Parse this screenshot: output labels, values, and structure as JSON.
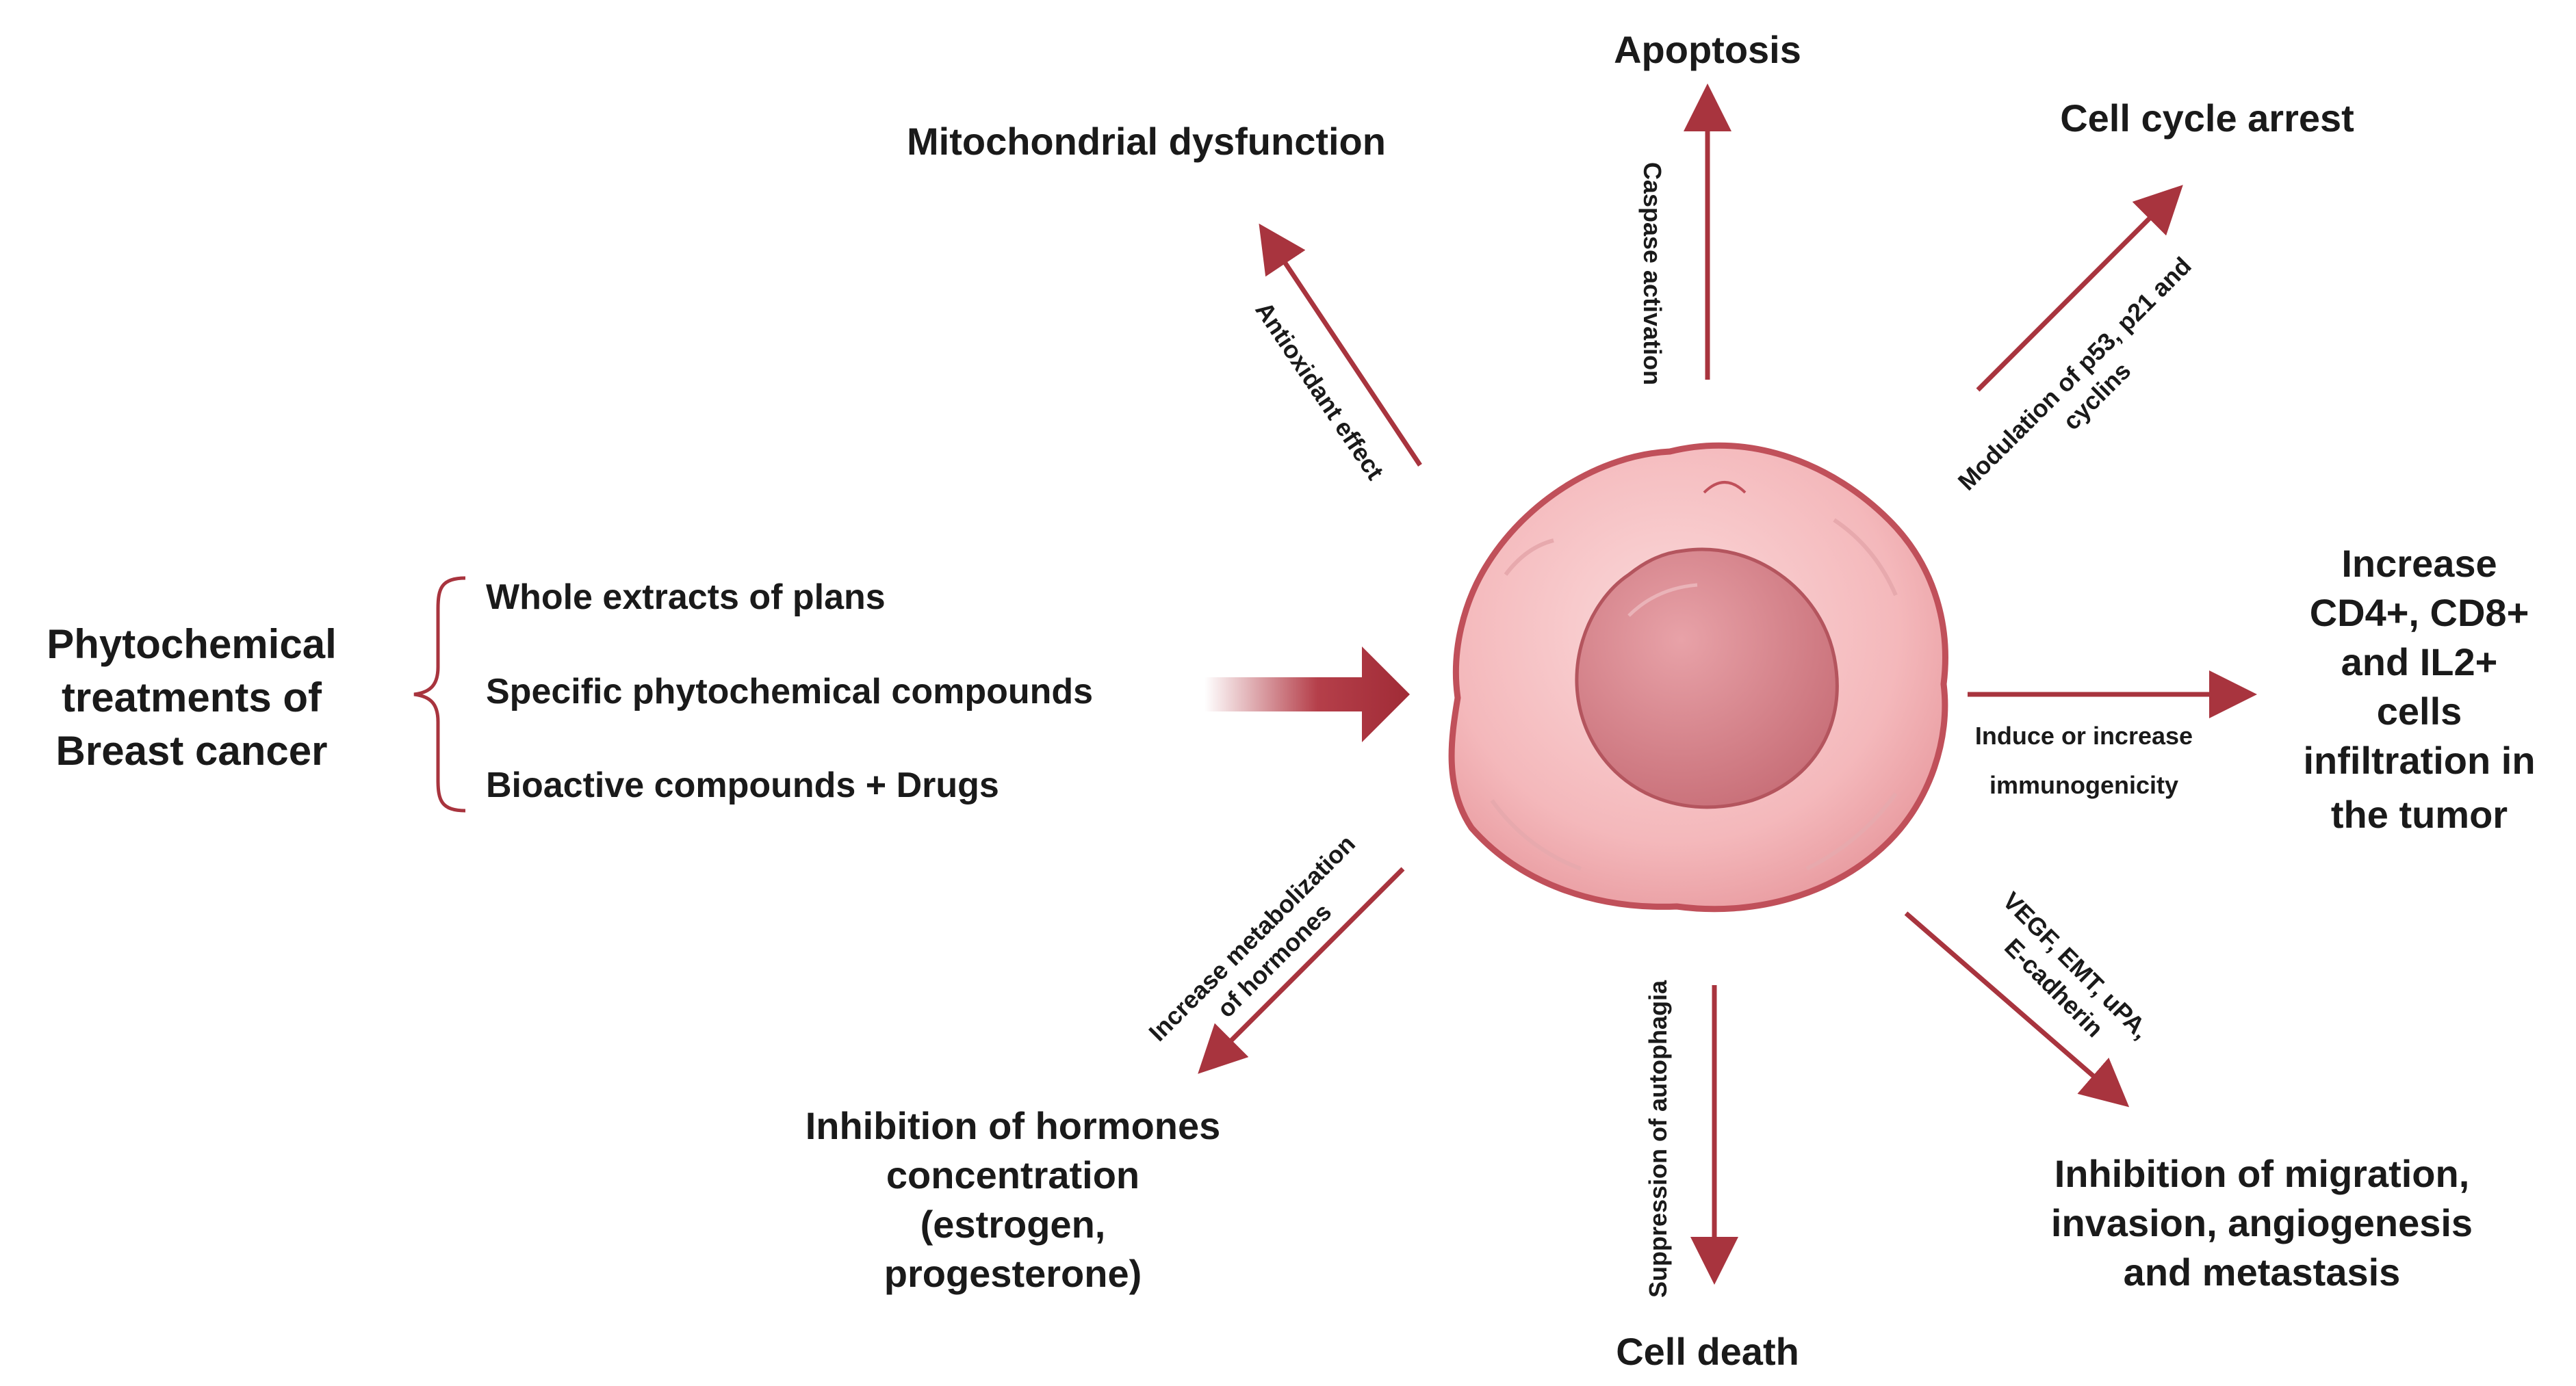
{
  "left_group": {
    "title": [
      "Phytochemical",
      "treatments of",
      "Breast cancer"
    ],
    "items": [
      "Whole extracts of plans",
      "Specific phytochemical compounds",
      "Bioactive compounds + Drugs"
    ]
  },
  "effects": {
    "apoptosis": {
      "title": [
        "Apoptosis"
      ],
      "label": [
        "Caspase activation"
      ]
    },
    "cell_cycle": {
      "title": [
        "Cell cycle arrest"
      ],
      "label": [
        "Modulation of p53, p21 and",
        "cyclins"
      ]
    },
    "mitochondria": {
      "title": [
        "Mitochondrial dysfunction"
      ],
      "label": [
        "Antioxidant effect"
      ]
    },
    "immunity": {
      "title": [
        "Increase",
        "CD4+, CD8+",
        "and IL2+",
        "cells",
        "infiltration in",
        "the tumor"
      ],
      "label": [
        "Induce or increase",
        "immunogenicity"
      ]
    },
    "metastasis": {
      "title": [
        "Inhibition of migration,",
        "invasion, angiogenesis",
        "and metastasis"
      ],
      "label": [
        "VEGF, EMT, uPA,",
        "E-cadherin"
      ]
    },
    "cell_death": {
      "title": [
        "Cell death"
      ],
      "label": [
        "Suppression of autophagia"
      ]
    },
    "hormones": {
      "title": [
        "Inhibition of hormones",
        "concentration",
        "(estrogen,",
        "progesterone)"
      ],
      "label": [
        "Increase metabolization",
        "of hormones"
      ]
    }
  },
  "colors": {
    "arrow": "#a8343e",
    "cell_body": "#f6c4c6",
    "cell_outline": "#c0505a",
    "nucleus": "#d88088"
  }
}
